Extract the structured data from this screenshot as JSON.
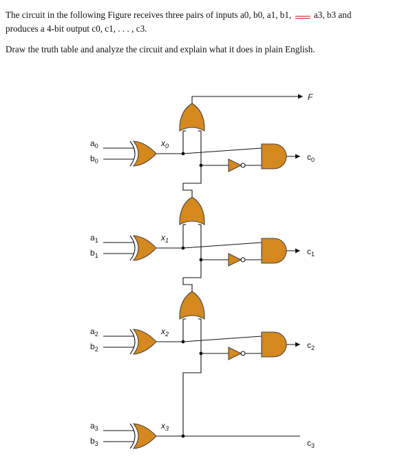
{
  "question": {
    "line1_part1": "The circuit in the following Figure receives three pairs of inputs a0, b0, a1, b1,",
    "line1_part2": "a3, b3 and",
    "line2": "produces a 4-bit output c0, c1, . . . , c3.",
    "line3": "Draw the truth table and analyze the circuit and explain what it does in plain English."
  },
  "diagram": {
    "output_top": "F",
    "stages": [
      {
        "a": "a0",
        "b": "b0",
        "x": "x0",
        "c": "c0"
      },
      {
        "a": "a1",
        "b": "b1",
        "x": "x1",
        "c": "c1"
      },
      {
        "a": "a2",
        "b": "b2",
        "x": "x2",
        "c": "c2"
      },
      {
        "a": "a3",
        "b": "b3",
        "x": "x3",
        "c": "c3"
      }
    ]
  },
  "colors": {
    "gate_fill": "#d4881e",
    "wire": "#111111",
    "question_underline": "#b22222"
  }
}
